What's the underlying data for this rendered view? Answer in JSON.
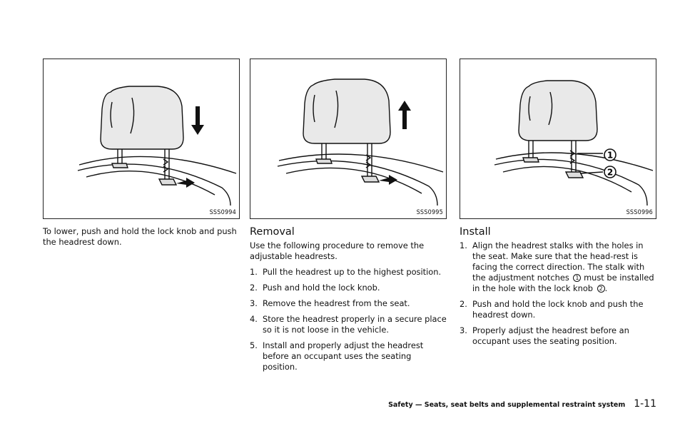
{
  "col1": {
    "figure_code": "SSS0994",
    "text": "To lower, push and hold the lock knob and push the headrest down."
  },
  "col2": {
    "figure_code": "SSS0995",
    "heading": "Removal",
    "intro": "Use the following procedure to remove the adjustable headrests.",
    "steps": [
      {
        "num": "1.",
        "text": "Pull the headrest up to the highest position."
      },
      {
        "num": "2.",
        "text": "Push and hold the lock knob."
      },
      {
        "num": "3.",
        "text": "Remove the headrest from the seat."
      },
      {
        "num": "4.",
        "text": "Store the headrest properly in a secure place so it is not loose in the vehicle."
      },
      {
        "num": "5.",
        "text": "Install and properly adjust the headrest before an occupant uses the seating position."
      }
    ]
  },
  "col3": {
    "figure_code": "SSS0996",
    "callouts": [
      "1",
      "2"
    ],
    "heading": "Install",
    "step1": {
      "num": "1.",
      "part_a": "Align the headrest stalks with the holes in the seat. Make sure that the head-rest is facing the correct direction. The stalk with the adjustment notches",
      "part_b": "must be installed in the hole with the lock knob",
      "part_c": "."
    },
    "steps": [
      {
        "num": "2.",
        "text": "Push and hold the lock knob and push the headrest down."
      },
      {
        "num": "3.",
        "text": "Properly adjust the headrest before an occupant uses the seating position."
      }
    ]
  },
  "footer": {
    "title": "Safety — Seats, seat belts and supplemental restraint system",
    "page": "1-11"
  }
}
